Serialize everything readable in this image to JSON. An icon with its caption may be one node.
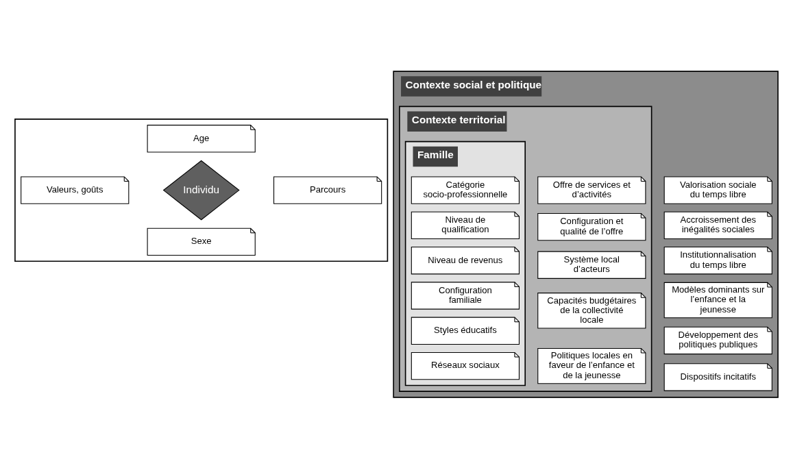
{
  "diagram": {
    "nodes": [
      {
        "text": [
          "Contexte social et politique"
        ]
      },
      {
        "text": [
          "Valorisation sociale du temps libre"
        ],
        "in": 0
      },
      {
        "text": [
          "Accroissement des inégalités sociales"
        ],
        "in": 0
      },
      {
        "text": [
          "Institutionnalisation du temps libre"
        ],
        "in": 0
      },
      {
        "text": [
          "Modèles dominants sur l’enfance et la jeunesse"
        ],
        "in": 0
      },
      {
        "text": [
          "Développement des politiques publiques"
        ],
        "in": 0
      },
      {
        "text": [
          "Dispositifs incitatifs"
        ],
        "in": 0
      },
      {
        "text": [
          "Contexte territorial"
        ],
        "in": 0
      },
      {
        "text": [
          "Offre de services et d’activités"
        ],
        "in": 7
      },
      {
        "text": [
          "Configuration et qualité de l’offre"
        ],
        "in": 7
      },
      {
        "text": [
          "Système local d’acteurs"
        ],
        "in": 7
      },
      {
        "text": [
          "Capacités budgétaires de la collectivité locale"
        ],
        "in": 7
      },
      {
        "text": [
          "Politiques locales en faveur de l’enfance et de la jeunesse"
        ],
        "in": 7
      },
      {
        "text": [
          "Famille"
        ],
        "in": 7
      },
      {
        "text": [
          "Catégorie socio-professionnelle"
        ],
        "in": 13
      },
      {
        "text": [
          "Niveau de qualification"
        ],
        "in": 13
      },
      {
        "text": [
          "Niveau de revenus"
        ],
        "in": 13
      },
      {
        "text": [
          "Configuration familiale"
        ],
        "in": 13
      },
      {
        "text": [
          "Styles éducatifs"
        ],
        "in": 13
      },
      {
        "text": [
          "Réseaux sociaux"
        ],
        "in": 13
      },
      {
        "text": [],
        "shape": "box"
      },
      {
        "text": [
          "Age"
        ],
        "in": 20
      },
      {
        "text": [
          "Valeurs, goûts"
        ],
        "in": 20
      },
      {
        "text": [
          "Individu"
        ],
        "in": 20
      },
      {
        "text": [
          "Parcours"
        ],
        "in": 20
      },
      {
        "text": [
          "Sexe"
        ],
        "in": 20
      }
    ],
    "edges": []
  }
}
